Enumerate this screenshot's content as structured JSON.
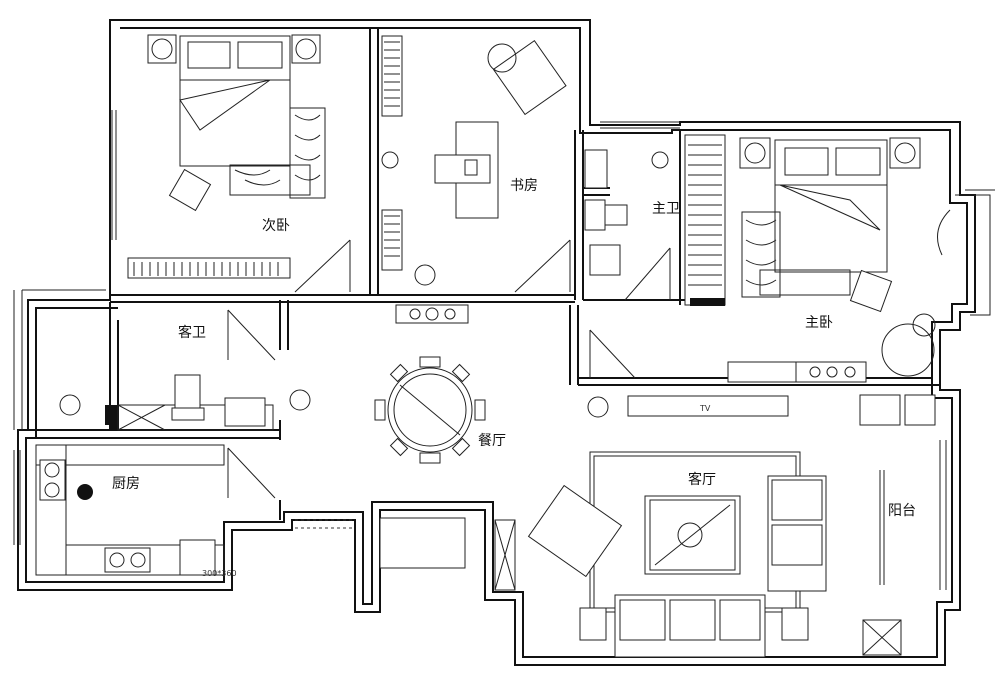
{
  "rooms": {
    "second_bedroom": "次卧",
    "study": "书房",
    "master_bath": "主卫",
    "master_bedroom": "主卧",
    "guest_bath": "客卫",
    "dining": "餐厅",
    "kitchen": "厨房",
    "living": "客厅",
    "balcony": "阳台"
  },
  "fixtures": {
    "tv": "TV",
    "appliance": "300*360"
  }
}
